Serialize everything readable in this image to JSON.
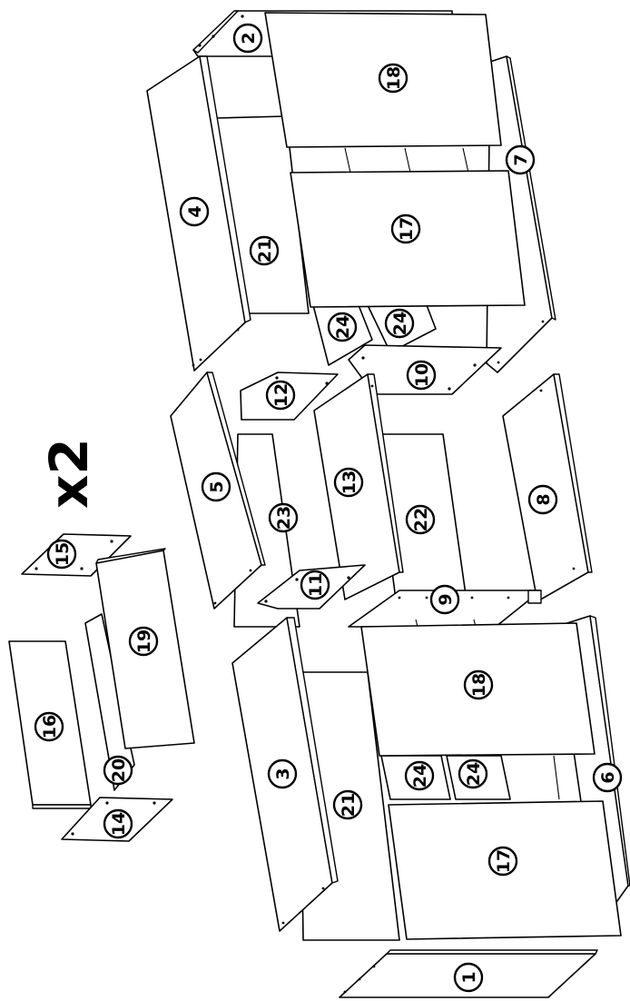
{
  "multiplier": "x2",
  "callouts": [
    {
      "id": "c1",
      "label": "1"
    },
    {
      "id": "c2",
      "label": "2"
    },
    {
      "id": "c3",
      "label": "3"
    },
    {
      "id": "c4",
      "label": "4"
    },
    {
      "id": "c5",
      "label": "5"
    },
    {
      "id": "c6",
      "label": "6"
    },
    {
      "id": "c7",
      "label": "7"
    },
    {
      "id": "c8",
      "label": "8"
    },
    {
      "id": "c9",
      "label": "9"
    },
    {
      "id": "c10",
      "label": "10"
    },
    {
      "id": "c11",
      "label": "11"
    },
    {
      "id": "c12",
      "label": "12"
    },
    {
      "id": "c13",
      "label": "13"
    },
    {
      "id": "c14",
      "label": "14"
    },
    {
      "id": "c15",
      "label": "15"
    },
    {
      "id": "c16",
      "label": "16"
    },
    {
      "id": "c17a",
      "label": "17"
    },
    {
      "id": "c17b",
      "label": "17"
    },
    {
      "id": "c18a",
      "label": "18"
    },
    {
      "id": "c18b",
      "label": "18"
    },
    {
      "id": "c19",
      "label": "19"
    },
    {
      "id": "c20",
      "label": "20"
    },
    {
      "id": "c21a",
      "label": "21"
    },
    {
      "id": "c21b",
      "label": "21"
    },
    {
      "id": "c22",
      "label": "22"
    },
    {
      "id": "c23",
      "label": "23"
    },
    {
      "id": "c24a",
      "label": "24"
    },
    {
      "id": "c24b",
      "label": "24"
    },
    {
      "id": "c24c",
      "label": "24"
    },
    {
      "id": "c24d",
      "label": "24"
    }
  ]
}
